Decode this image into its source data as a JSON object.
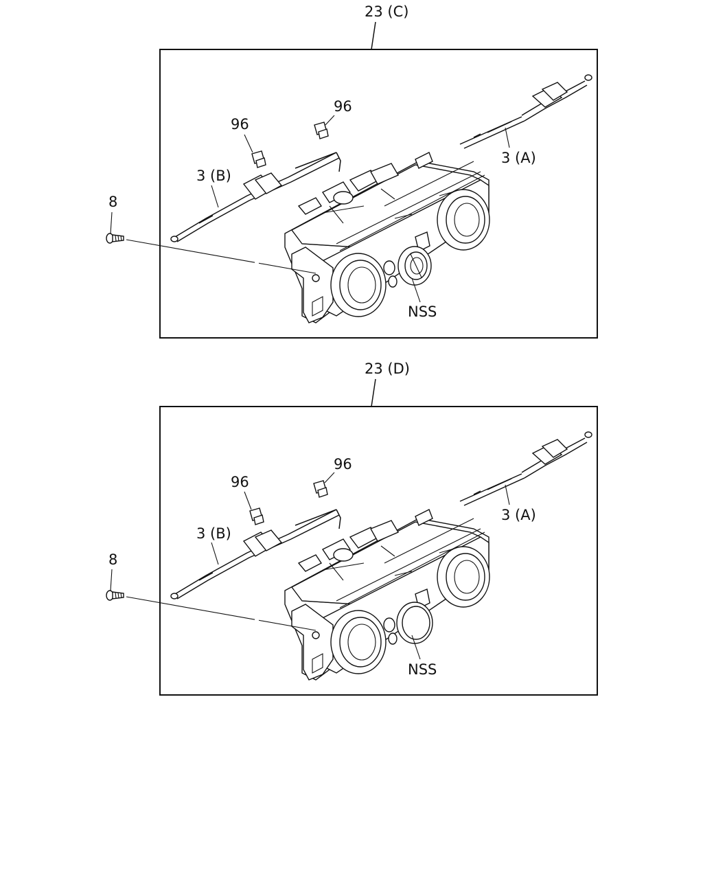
{
  "diagrams": [
    {
      "callout": "23 (C)",
      "labels": {
        "cable_a": "3 (A)",
        "cable_b": "3 (B)",
        "clip_left": "96",
        "clip_right": "96",
        "screw": "8",
        "not_serviced": "NSS"
      },
      "center_knob": "rotary"
    },
    {
      "callout": "23 (D)",
      "labels": {
        "cable_a": "3 (A)",
        "cable_b": "3 (B)",
        "clip_left": "96",
        "clip_right": "96",
        "screw": "8",
        "not_serviced": "NSS"
      },
      "center_knob": "plain"
    }
  ]
}
